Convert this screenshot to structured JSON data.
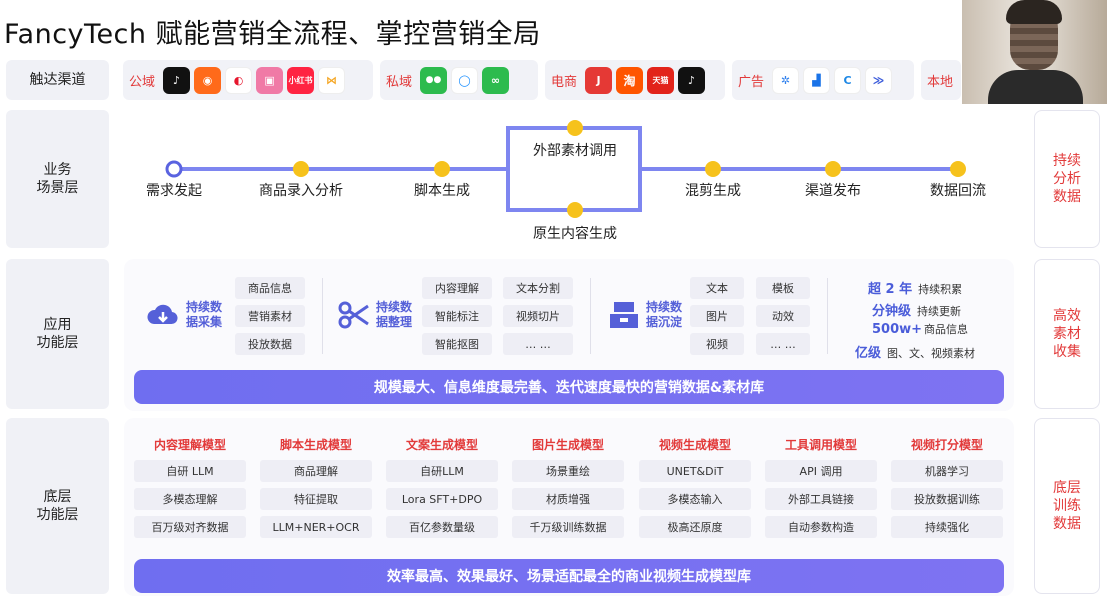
{
  "title": "FancyTech 赋能营销全流程、掌控营销全局",
  "rows": {
    "channels": "触达渠道",
    "business": [
      "业务",
      "场景层"
    ],
    "application": [
      "应用",
      "功能层"
    ],
    "base": [
      "底层",
      "功能层"
    ]
  },
  "channel_groups": [
    {
      "name": "公域",
      "icons": [
        {
          "icon": "douyin-icon",
          "color": "#111111",
          "glyph": "♪"
        },
        {
          "icon": "kuaishou-icon",
          "color": "#ff6a1a",
          "glyph": "◉"
        },
        {
          "icon": "weibo-icon",
          "color": "#ffffff",
          "glyph": "◐"
        },
        {
          "icon": "bilibili-icon",
          "color": "#f07aa6",
          "glyph": "▣"
        },
        {
          "icon": "xiaohongshu-icon",
          "color": "#ff2442",
          "glyph": "小红书"
        },
        {
          "icon": "shipinhao-icon",
          "color": "#ffffff",
          "glyph": "⋈"
        }
      ]
    },
    {
      "name": "私域",
      "icons": [
        {
          "icon": "wechat-icon",
          "color": "#2dbb4e",
          "glyph": "●●"
        },
        {
          "icon": "qq-chat-icon",
          "color": "#ffffff",
          "glyph": "◯"
        },
        {
          "icon": "mini-program-icon",
          "color": "#2dbb4e",
          "glyph": "∞"
        }
      ]
    },
    {
      "name": "电商",
      "icons": [
        {
          "icon": "jd-icon",
          "color": "#e53935",
          "glyph": "J"
        },
        {
          "icon": "taobao-icon",
          "color": "#ff5500",
          "glyph": "淘"
        },
        {
          "icon": "tmall-icon",
          "color": "#e2231a",
          "glyph": "天猫"
        },
        {
          "icon": "douyin-shop-icon",
          "color": "#111111",
          "glyph": "♪"
        }
      ]
    },
    {
      "name": "广告",
      "icons": [
        {
          "icon": "ad-platform-1-icon",
          "color": "#ffffff",
          "glyph": "✲"
        },
        {
          "icon": "ad-platform-2-icon",
          "color": "#ffffff",
          "glyph": "▟"
        },
        {
          "icon": "ad-platform-3-icon",
          "color": "#ffffff",
          "glyph": "C"
        },
        {
          "icon": "ad-platform-4-icon",
          "color": "#ffffff",
          "glyph": "≫"
        }
      ]
    },
    {
      "name": "本地",
      "icons": []
    }
  ],
  "flow": {
    "steps": [
      "需求发起",
      "商品录入分析",
      "脚本生成",
      "外部素材调用",
      "原生内容生成",
      "混剪生成",
      "渠道发布",
      "数据回流"
    ]
  },
  "right_labels": {
    "business": [
      "持续",
      "分析",
      "数据"
    ],
    "application": [
      "高效",
      "素材",
      "收集"
    ],
    "base": [
      "底层",
      "训练",
      "数据"
    ]
  },
  "application": {
    "features": [
      {
        "title": "持续数据采集",
        "lines": [
          "持续数",
          "据采集"
        ],
        "icon": "cloud-download-icon",
        "tags": [
          "商品信息",
          "营销素材",
          "投放数据"
        ]
      },
      {
        "title": "持续数据整理",
        "lines": [
          "持续数",
          "据整理"
        ],
        "icon": "scissors-icon",
        "tags": [
          "内容理解",
          "智能标注",
          "智能抠图",
          "文本分割",
          "视频切片",
          "… …"
        ]
      },
      {
        "title": "持续数据沉淀",
        "lines": [
          "持续数",
          "据沉淀"
        ],
        "icon": "archive-box-icon",
        "tags": [
          "文本",
          "图片",
          "视频",
          "模板",
          "动效",
          "… …"
        ]
      }
    ],
    "stats": [
      {
        "big": "超 2 年",
        "text": "持续积累"
      },
      {
        "big": "分钟级",
        "text": "持续更新"
      },
      {
        "big": "500w+",
        "text": "商品信息"
      },
      {
        "big": "亿级",
        "text": "图、文、视频素材"
      }
    ],
    "banner": "规模最大、信息维度最完善、迭代速度最快的营销数据&素材库"
  },
  "base": {
    "models": [
      {
        "title": "内容理解模型",
        "items": [
          "自研 LLM",
          "多模态理解",
          "百万级对齐数据"
        ]
      },
      {
        "title": "脚本生成模型",
        "items": [
          "商品理解",
          "特征提取",
          "LLM+NER+OCR"
        ]
      },
      {
        "title": "文案生成模型",
        "items": [
          "自研LLM",
          "Lora SFT+DPO",
          "百亿参数量级"
        ]
      },
      {
        "title": "图片生成模型",
        "items": [
          "场景重绘",
          "材质增强",
          "千万级训练数据"
        ]
      },
      {
        "title": "视频生成模型",
        "items": [
          "UNET&DiT",
          "多模态输入",
          "极高还原度"
        ]
      },
      {
        "title": "工具调用模型",
        "items": [
          "API 调用",
          "外部工具链接",
          "自动参数构造"
        ]
      },
      {
        "title": "视频打分模型",
        "items": [
          "机器学习",
          "投放数据训练",
          "持续强化"
        ]
      }
    ],
    "banner": "效率最高、效果最好、场景适配最全的商业视频生成模型库"
  }
}
